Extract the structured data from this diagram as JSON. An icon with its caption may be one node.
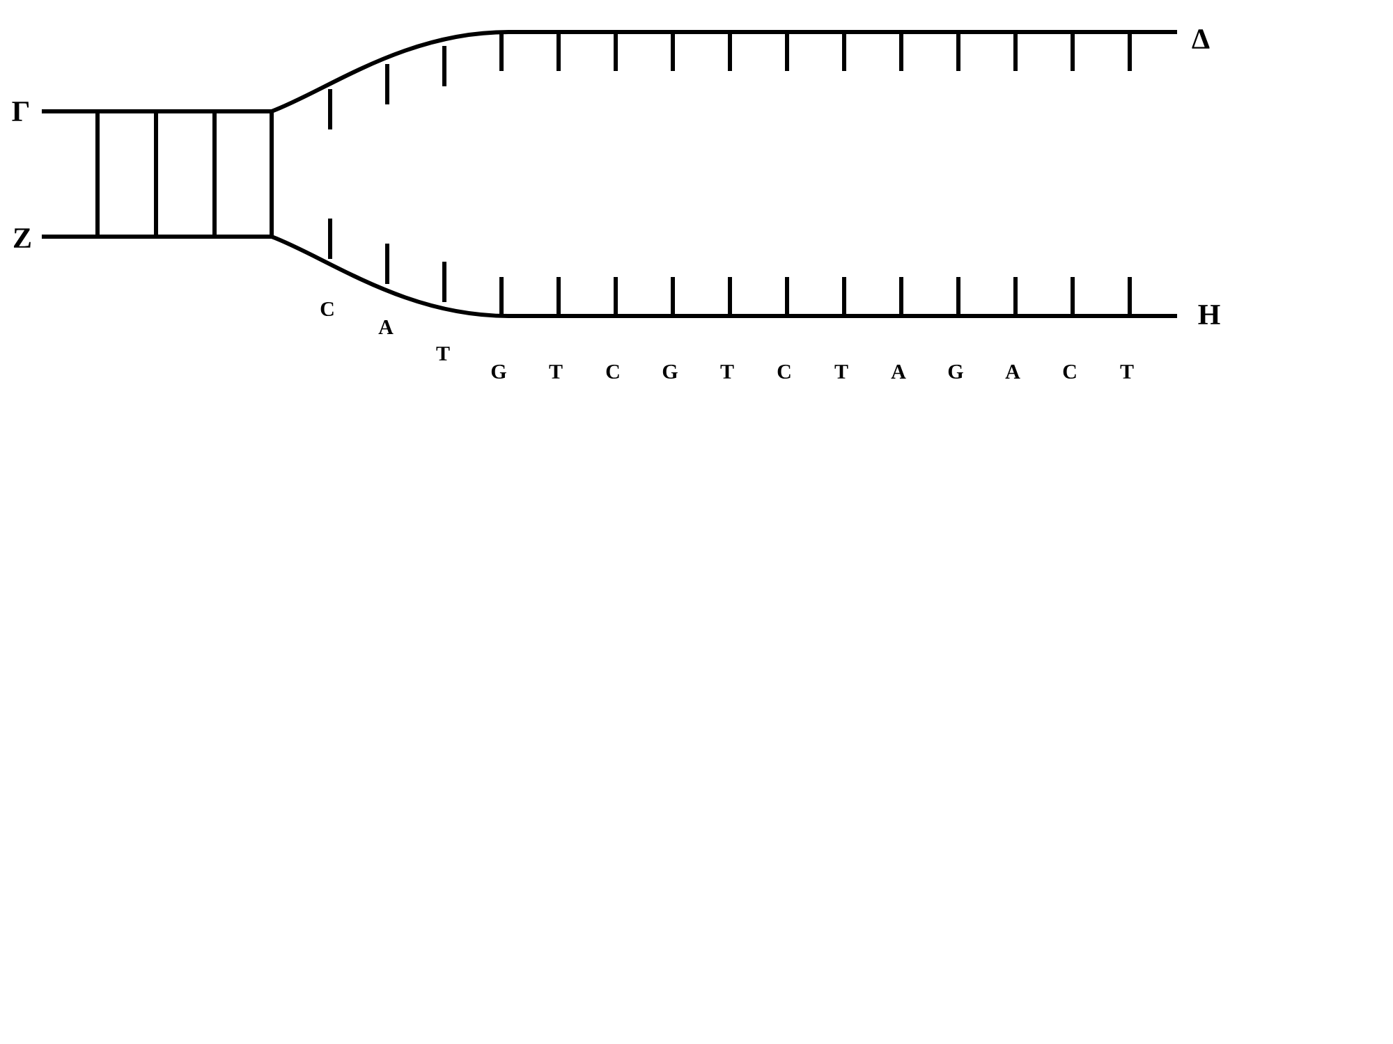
{
  "diagram": {
    "labels": [
      "Δ",
      "Γ",
      "Z",
      "C",
      "A",
      "T",
      "G",
      "T",
      "C",
      "G",
      "T",
      "C",
      "T",
      "A",
      "G",
      "A",
      "C",
      "T",
      "H"
    ]
  }
}
